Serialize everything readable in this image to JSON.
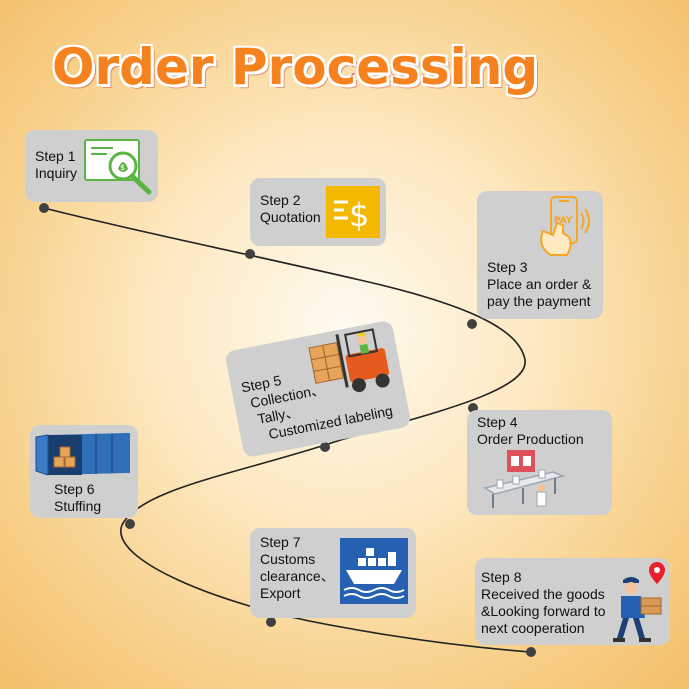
{
  "title": "Order Processing",
  "colors": {
    "title_fill": "#f6821f",
    "title_stroke": "#e9202a",
    "card_bg": "#cfcfcf",
    "path_line": "#222222",
    "dot": "#404040",
    "accent_yellow": "#f5b800",
    "accent_green": "#5bb545",
    "accent_blue": "#2561b0"
  },
  "steps": [
    {
      "step": "Step 1",
      "lines": [
        "Inquiry"
      ],
      "icon": "search-money-document-icon"
    },
    {
      "step": "Step 2",
      "lines": [
        "Quotation"
      ],
      "icon": "dollar-quote-icon"
    },
    {
      "step": "Step 3",
      "lines": [
        "Place an order &",
        "pay the payment"
      ],
      "icon": "phone-pay-icon"
    },
    {
      "step": "Step 4",
      "lines": [
        "Order Production"
      ],
      "icon": "production-line-icon"
    },
    {
      "step": "Step 5",
      "lines": [
        "Collection、",
        "Tally、",
        "Customized labeling"
      ],
      "icon": "forklift-icon"
    },
    {
      "step": "Step 6",
      "lines": [
        "Stuffing"
      ],
      "icon": "shipping-container-icon"
    },
    {
      "step": "Step 7",
      "lines": [
        "Customs",
        "clearance、",
        "Export"
      ],
      "icon": "cargo-ship-icon"
    },
    {
      "step": "Step 8",
      "lines": [
        "Received the goods",
        "&Looking forward to",
        "next cooperation"
      ],
      "icon": "delivery-man-icon"
    }
  ]
}
